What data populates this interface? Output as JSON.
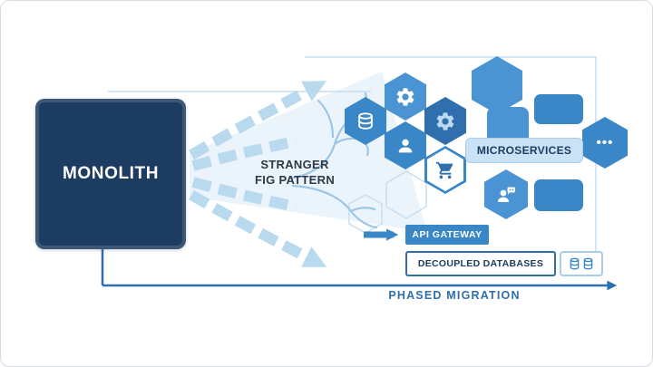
{
  "colors": {
    "navy": "#1d3c61",
    "blue": "#3a87c8",
    "blue_mid": "#4a94d4",
    "blue_deep": "#2f6fae",
    "arrow_light": "#b9d9ef",
    "pale": "#dcebf7",
    "branch": "#9cc6e8",
    "line_faint": "#c6def1",
    "chip": "#c9e2f5",
    "chip_border": "#a9cde9",
    "text_dark": "#2b3846"
  },
  "diagram": {
    "monolith_label": "MONOLITH",
    "pattern_line1": "STRANGER",
    "pattern_line2": "FIG PATTERN",
    "microservices_label": "MICROSERVICES",
    "api_gateway_label": "API GATEWAY",
    "decoupled_databases_label": "DECOUPLED DATABASES",
    "phased_migration_label": "PHASED MIGRATION",
    "ellipsis_label": "•••",
    "icons": {
      "hexagon_icons": [
        "database-icon",
        "gear-icon",
        "gear-icon",
        "user-icon",
        "cart-icon",
        "team-chat-icon",
        "ellipsis-icon"
      ],
      "databases_box_icons": [
        "database-icon",
        "database-icon"
      ]
    }
  }
}
